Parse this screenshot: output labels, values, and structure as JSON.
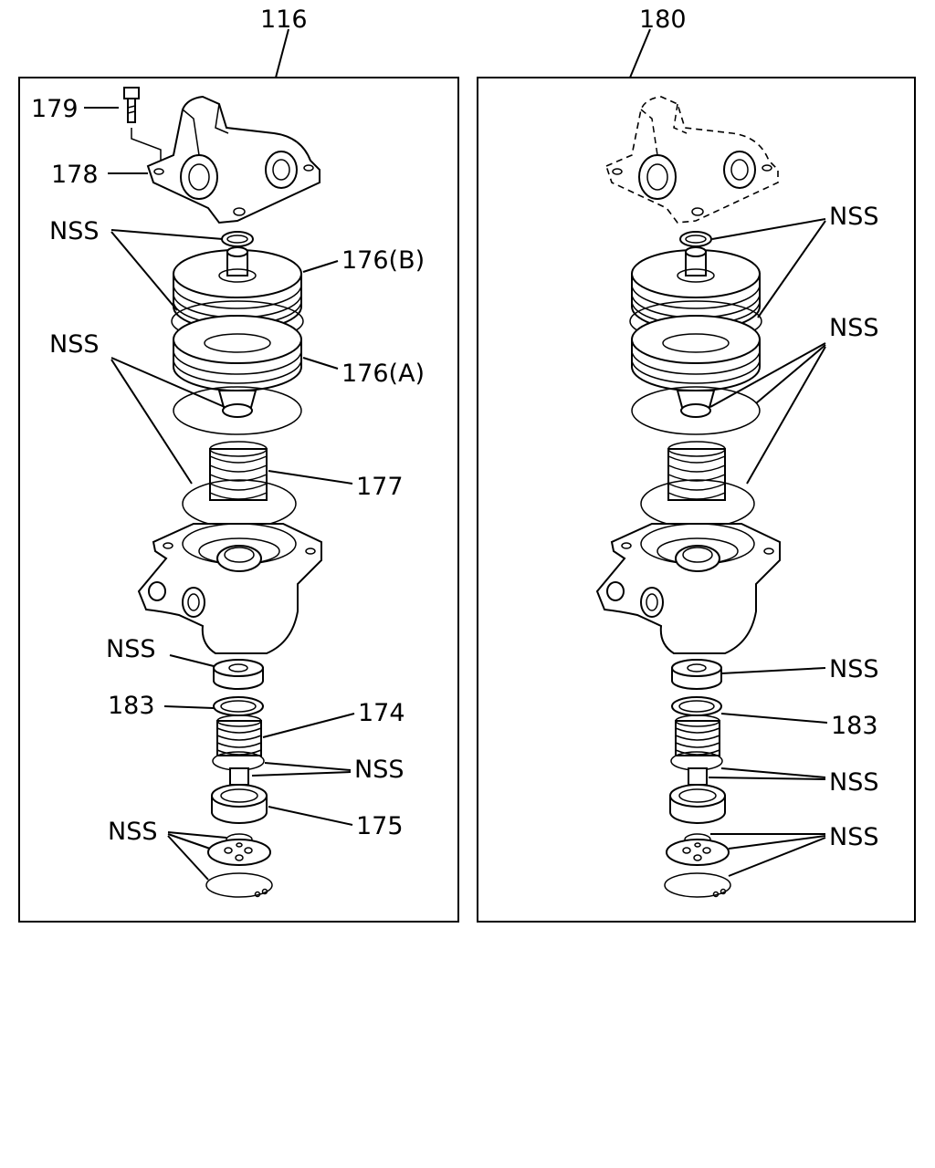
{
  "colors": {
    "ink": "#000000",
    "paper": "#ffffff"
  },
  "assemblies": {
    "left": {
      "number": "116",
      "labels": {
        "bolt": "179",
        "cover": "178",
        "nss_top": "NSS",
        "piston_b": "176(B)",
        "nss_mid": "NSS",
        "piston_a": "176(A)",
        "spring": "177",
        "nss_lower": "NSS",
        "seal_ring": "183",
        "small_spring": "174",
        "nss_spring": "NSS",
        "valve": "175",
        "nss_bottom": "NSS"
      }
    },
    "right": {
      "number": "180",
      "labels": {
        "nss_top": "NSS",
        "nss_mid": "NSS",
        "nss_lower": "NSS",
        "seal_ring": "183",
        "nss_spring": "NSS",
        "nss_bottom": "NSS"
      }
    }
  }
}
